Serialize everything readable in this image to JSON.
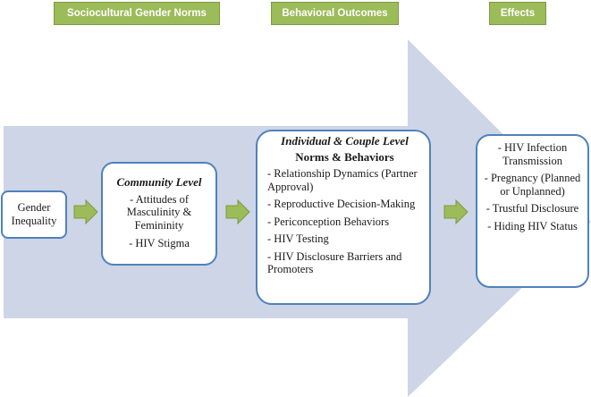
{
  "headers": [
    {
      "label": "Sociocultural Gender Norms"
    },
    {
      "label": "Behavioral Outcomes"
    },
    {
      "label": "Effects"
    }
  ],
  "gender_inequality": {
    "text": "Gender\nInequality"
  },
  "community": {
    "title": "Community Level",
    "items": [
      "- Attitudes of Masculinity & Femininity",
      "- HIV Stigma"
    ]
  },
  "individual": {
    "title": "Individual & Couple Level",
    "subtitle": "Norms & Behaviors",
    "items": [
      "- Relationship Dynamics (Partner Approval)",
      "- Reproductive Decision-Making",
      "- Periconception Behaviors",
      "- HIV Testing",
      "- HIV Disclosure Barriers and Promoters"
    ]
  },
  "effects": {
    "items": [
      "- HIV Infection Transmission",
      "- Pregnancy (Planned or Unplanned)",
      "- Trustful Disclosure",
      "- Hiding HIV Status"
    ]
  },
  "colors": {
    "background_arrow": "#cdd5e6",
    "header_fill": "#9cbb59",
    "box_border": "#4f81bd",
    "connector_fill": "#9cbb59"
  }
}
